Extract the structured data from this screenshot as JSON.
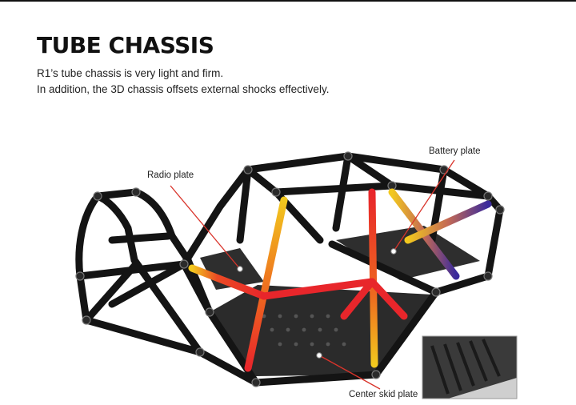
{
  "header": {
    "title": "TUBE CHASSIS",
    "line1": "R1’s tube chassis is very light and firm.",
    "line2": "In addition, the 3D chassis offsets external shocks effectively."
  },
  "callouts": {
    "radio_plate": "Radio plate",
    "battery_plate": "Battery plate",
    "center_skid_plate": "Center skid plate"
  },
  "colors": {
    "accent_line": "#d9342b",
    "tube": "#141414",
    "heat_red": "#e8262b",
    "heat_yellow": "#f2c81e",
    "heat_purple": "#3a2a9c"
  },
  "icons": {
    "product": "rc-tube-chassis-render",
    "inset": "skid-plate-closeup-photo"
  }
}
